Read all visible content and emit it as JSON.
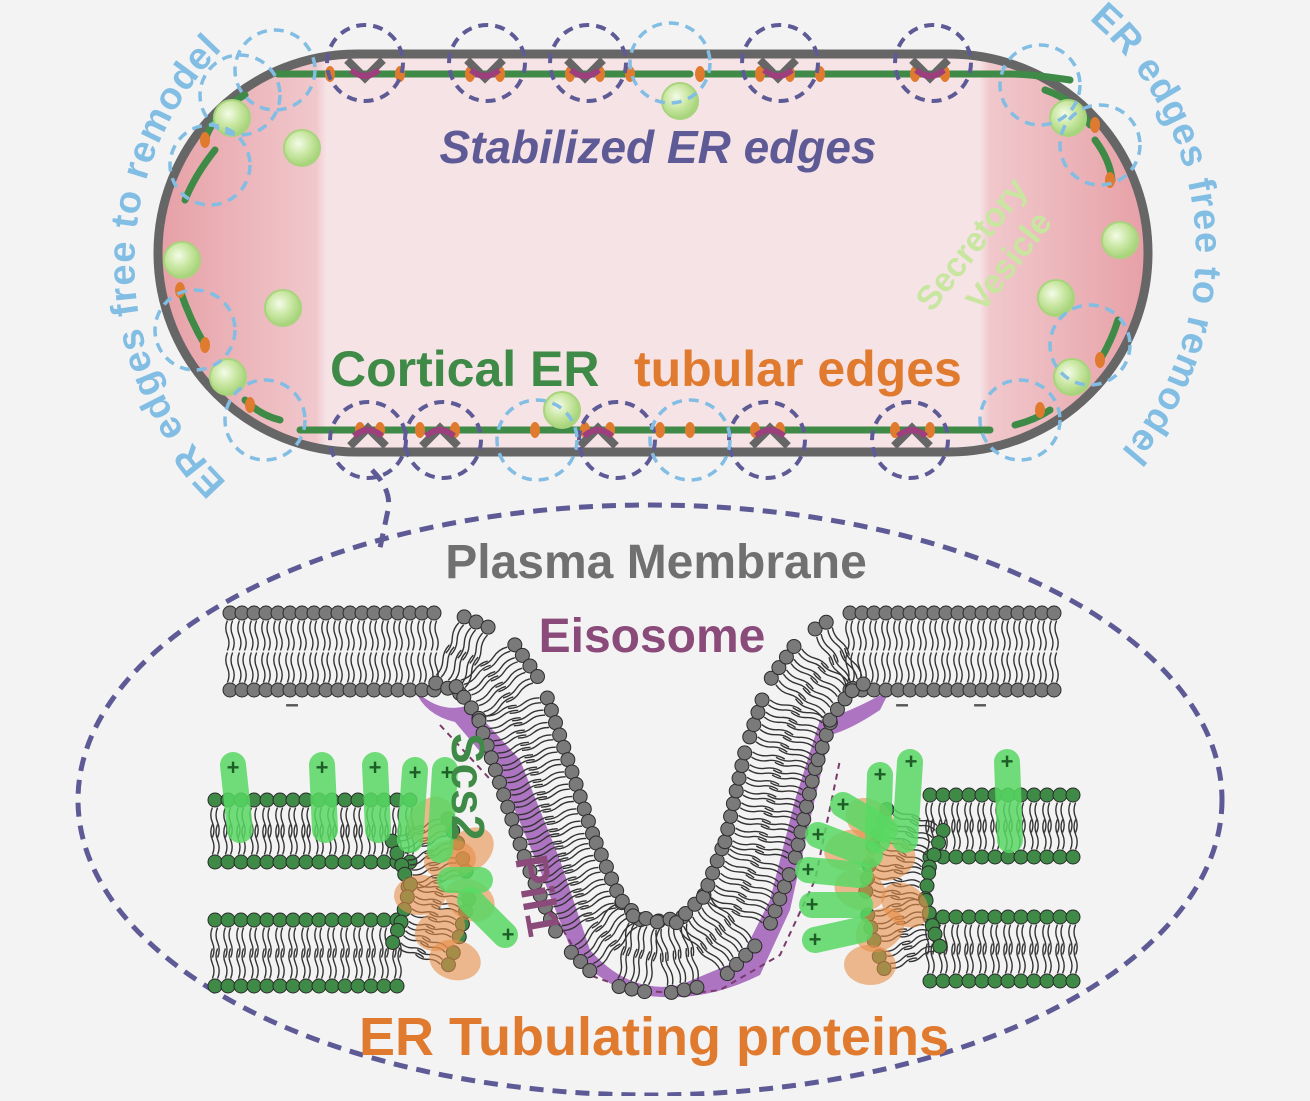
{
  "labels": {
    "stabilized": "Stabilized ER edges",
    "cortical_er": "Cortical ER",
    "tubular_edges": "tubular edges",
    "secretory_line1": "Secretory",
    "secretory_line2": "Vesicle",
    "remodel": "ER edges free to remodel",
    "plasma_membrane": "Plasma Membrane",
    "eisosome": "Eisosome",
    "scs2": "Scs2",
    "pil1": "Pil1",
    "er_tubulating": "ER Tubulating proteins",
    "plus": "+",
    "minus": "–"
  },
  "colors": {
    "background": "#f3f3f3",
    "cell_outline": "#666666",
    "cell_fill_center": "#f5e3e6",
    "cell_fill_edge": "#e6a0a6",
    "er_green": "#3e8a46",
    "tubular_orange": "#e07a2e",
    "eisosome_purple": "#a05db8",
    "eisosome_label": "#8a4a7a",
    "stable_circle": "#5d5a96",
    "remodel_blue": "#82bde4",
    "vesicle_green": "#c8e6a0",
    "lipid_head_gray": "#7a7a7a",
    "lipid_head_green": "#3e8a46",
    "scs2_green": "#59d964",
    "tubulating_orange": "#e8904a"
  }
}
